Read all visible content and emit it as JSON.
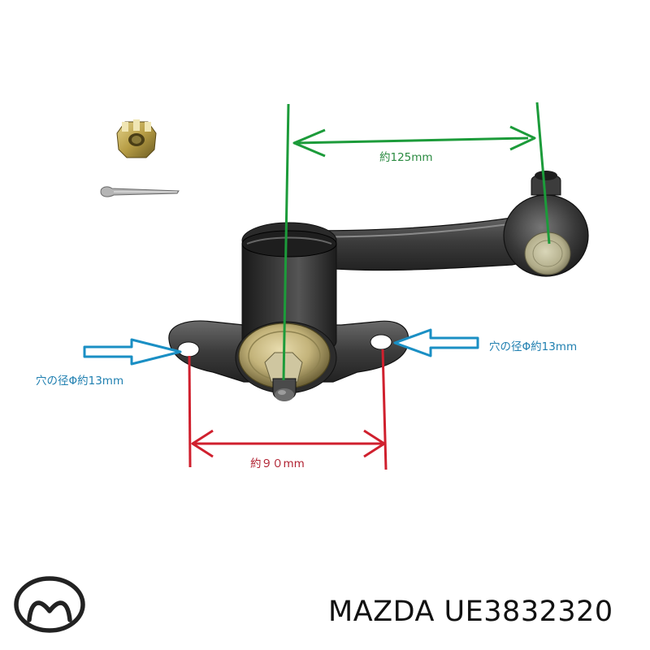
{
  "diagram": {
    "dimensions": {
      "pivot_distance": "約125mm",
      "hole_spacing": "約９０mm",
      "hole_diameter_left": "穴の径Φ約13mm",
      "hole_diameter_right": "穴の径Φ約13mm"
    },
    "parts": [
      "castle-nut",
      "cotter-pin",
      "idler-arm"
    ]
  },
  "brand": {
    "name": "MAZDA",
    "part_number": "UE3832320",
    "logo": "mazda-logo-icon"
  },
  "colors": {
    "green_dimension": "#1c9b3a",
    "red_dimension": "#d0202e",
    "blue_arrow": "#1a8fc4",
    "label_green": "#2a8a40",
    "label_red": "#b02030",
    "label_blue": "#1f7fb0"
  }
}
